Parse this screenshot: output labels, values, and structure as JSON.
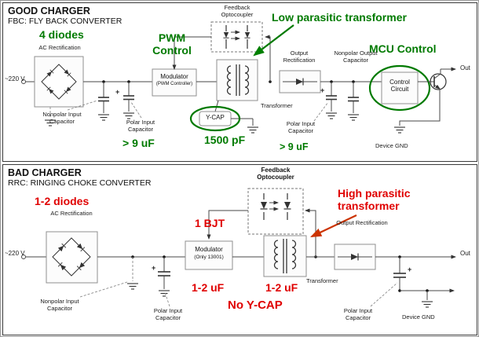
{
  "colors": {
    "good_accent": "#007a00",
    "bad_accent": "#e00000",
    "arrow_accent": "#cc3300"
  },
  "good_panel": {
    "title": "GOOD CHARGER",
    "subtitle": "FBC: FLY BACK CONVERTER",
    "annotations": {
      "diodes": "4 diodes",
      "pwm": "PWM Control",
      "transformer": "Low parasitic transformer",
      "mcu": "MCU Control",
      "input_cap": "> 9 uF",
      "ycap_value": "1500 pF",
      "output_cap": "> 9 uF"
    },
    "labels": {
      "ac_rectification": "AC Rectification",
      "voltage": "~220 V",
      "modulator": "Modulator",
      "modulator_sub": "(PWM Controller)",
      "feedback_optocoupler": "Feedback Optocoupler",
      "ycap": "Y-CAP",
      "transformer": "Transformer",
      "output_rectification": "Output Rectification",
      "nonpolar_output_cap": "Nonpolar Output Capacitor",
      "control_circuit": "Control Circuit",
      "nonpolar_input_cap": "Nonpolar Input Capacitor",
      "polar_input_cap": "Polar Input Capacitor",
      "polar_output_cap": "Polar Input Capacitor",
      "device_gnd": "Device GND",
      "out": "Out",
      "plus": "+"
    }
  },
  "bad_panel": {
    "title": "BAD CHARGER",
    "subtitle": "RRC: RINGING CHOKE CONVERTER",
    "annotations": {
      "diodes": "1-2 diodes",
      "bjt": "1 BJT",
      "transformer": "High parasitic transformer",
      "input_cap": "1-2 uF",
      "output_cap": "1-2 uF",
      "no_ycap": "No Y-CAP"
    },
    "labels": {
      "ac_rectification": "AC Rectification",
      "voltage": "~220 V",
      "modulator": "Modulator",
      "modulator_sub": "(Only 13001)",
      "feedback_optocoupler": "Feedback Optocoupler",
      "transformer": "Transformer",
      "output_rectification": "Output Rectification",
      "nonpolar_input_cap": "Nonpolar Input Capacitor",
      "polar_input_cap": "Polar Input Capacitor",
      "polar_output_cap": "Polar Input Capacitor",
      "device_gnd": "Device GND",
      "out": "Out",
      "plus": "+"
    }
  }
}
